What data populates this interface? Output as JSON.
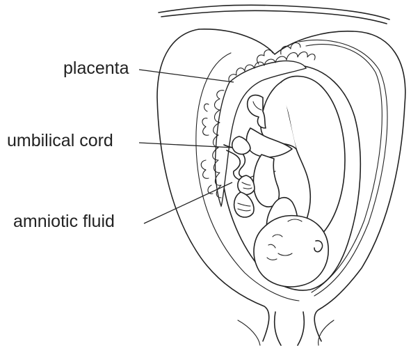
{
  "labels": {
    "placenta": "placenta",
    "umbilical_cord": "umbilical cord",
    "amniotic_fluid": "amniotic fluid"
  },
  "colors": {
    "ink": "#222222",
    "background": "#ffffff"
  }
}
